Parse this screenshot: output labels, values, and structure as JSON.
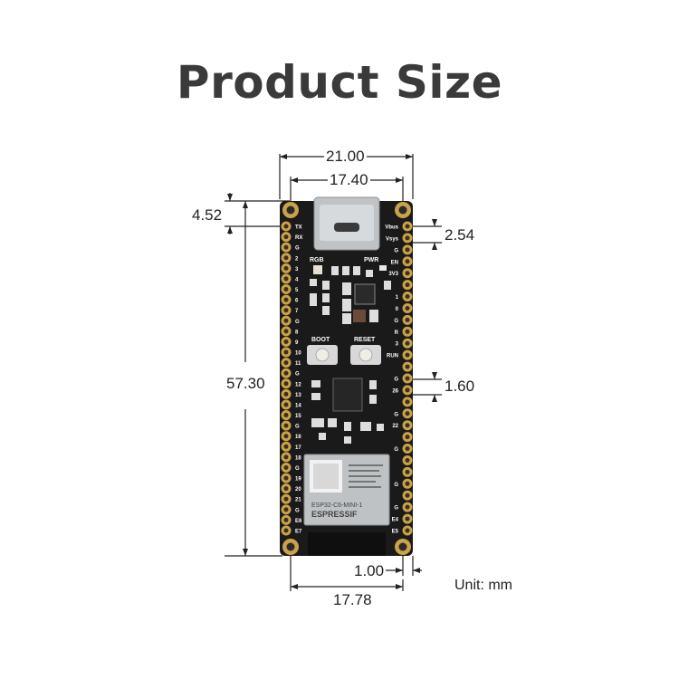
{
  "title": "Product Size",
  "unit_label": "Unit: mm",
  "dimensions": {
    "total_width": "21.00",
    "row_spacing": "17.40",
    "top_offset": "4.52",
    "pin_pitch_top": "2.54",
    "length": "57.30",
    "pin_pitch_mid": "1.60",
    "hole_offset": "1.00",
    "hole_spacing": "17.78"
  },
  "board": {
    "color": "#1a1a1a",
    "pad_color": "#c9a24a",
    "silkscreen": {
      "rgb": "RGB",
      "pwr": "PWR",
      "boot": "BOOT",
      "reset": "RESET",
      "left_pins": [
        "TX",
        "RX",
        "G",
        "2",
        "3",
        "4",
        "5",
        "6",
        "7",
        "G",
        "8",
        "9",
        "10",
        "11",
        "G",
        "12",
        "13",
        "14",
        "15",
        "G",
        "16",
        "17",
        "18",
        "G",
        "19",
        "20",
        "21",
        "G",
        "E6",
        "E7"
      ],
      "right_pins": [
        "Vbus",
        "Vsys",
        "G",
        "EN",
        "3V3",
        "",
        "1",
        "0",
        "G",
        "R",
        "3",
        "RUN",
        "",
        "G",
        "26",
        "",
        "G",
        "22",
        "",
        "G",
        "",
        "",
        "G",
        "",
        "G",
        "E4",
        "E5"
      ],
      "module_brand": "ESPRESSIF",
      "module_model": "ESP32-C6-MINI-1"
    }
  }
}
